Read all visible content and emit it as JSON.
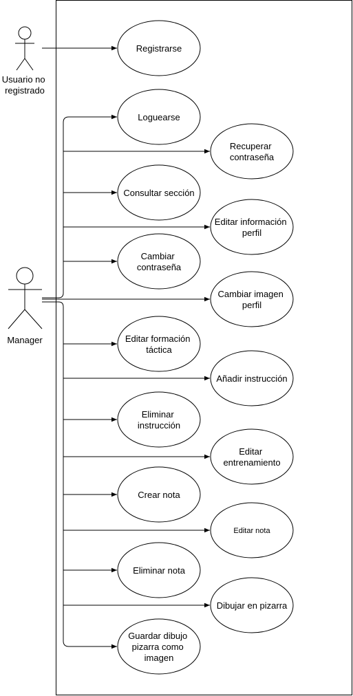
{
  "actors": {
    "unregistered": [
      "Usuario no",
      "registrado"
    ],
    "manager": "Manager"
  },
  "use_cases": [
    {
      "id": "registrarse",
      "lines": [
        "Registrarse"
      ]
    },
    {
      "id": "loguearse",
      "lines": [
        "Loguearse"
      ]
    },
    {
      "id": "recuperar-contrasena",
      "lines": [
        "Recuperar",
        "contraseña"
      ]
    },
    {
      "id": "consultar-seccion",
      "lines": [
        "Consultar sección"
      ]
    },
    {
      "id": "editar-informacion-perfil",
      "lines": [
        "Editar información",
        "perfil"
      ]
    },
    {
      "id": "cambiar-contrasena",
      "lines": [
        "Cambiar",
        "contraseña"
      ]
    },
    {
      "id": "cambiar-imagen-perfil",
      "lines": [
        "Cambiar imagen",
        "perfil"
      ]
    },
    {
      "id": "editar-formacion-tactica",
      "lines": [
        "Editar formación",
        "táctica"
      ]
    },
    {
      "id": "anadir-instruccion",
      "lines": [
        "Añadir instrucción"
      ]
    },
    {
      "id": "eliminar-instruccion",
      "lines": [
        "Eliminar",
        "instrucción"
      ]
    },
    {
      "id": "editar-entrenamiento",
      "lines": [
        "Editar",
        "entrenamiento"
      ]
    },
    {
      "id": "crear-nota",
      "lines": [
        "Crear nota"
      ]
    },
    {
      "id": "editar-nota",
      "lines": [
        "Editar nota"
      ]
    },
    {
      "id": "eliminar-nota",
      "lines": [
        "Eliminar nota"
      ]
    },
    {
      "id": "dibujar-en-pizarra",
      "lines": [
        "Dibujar en pizarra"
      ]
    },
    {
      "id": "guardar-dibujo-pizarra",
      "lines": [
        "Guardar dibujo",
        "pizarra como",
        "imagen"
      ]
    }
  ]
}
